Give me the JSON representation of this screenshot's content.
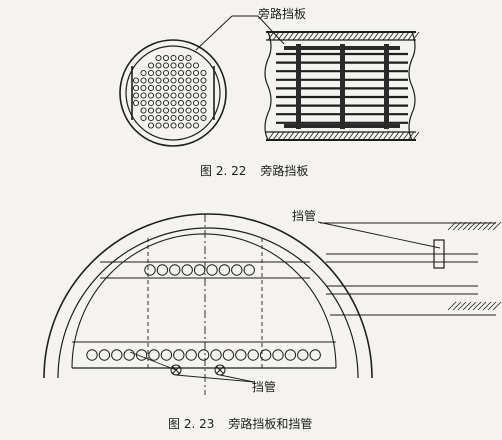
{
  "figure_top": {
    "label": "旁路挡板",
    "caption_number": "图 2. 22",
    "caption_title": "旁路挡板"
  },
  "figure_bottom": {
    "label_upper": "挡管",
    "label_lower": "挡管",
    "caption_number": "图 2. 23",
    "caption_title": "旁路挡板和挡管"
  }
}
